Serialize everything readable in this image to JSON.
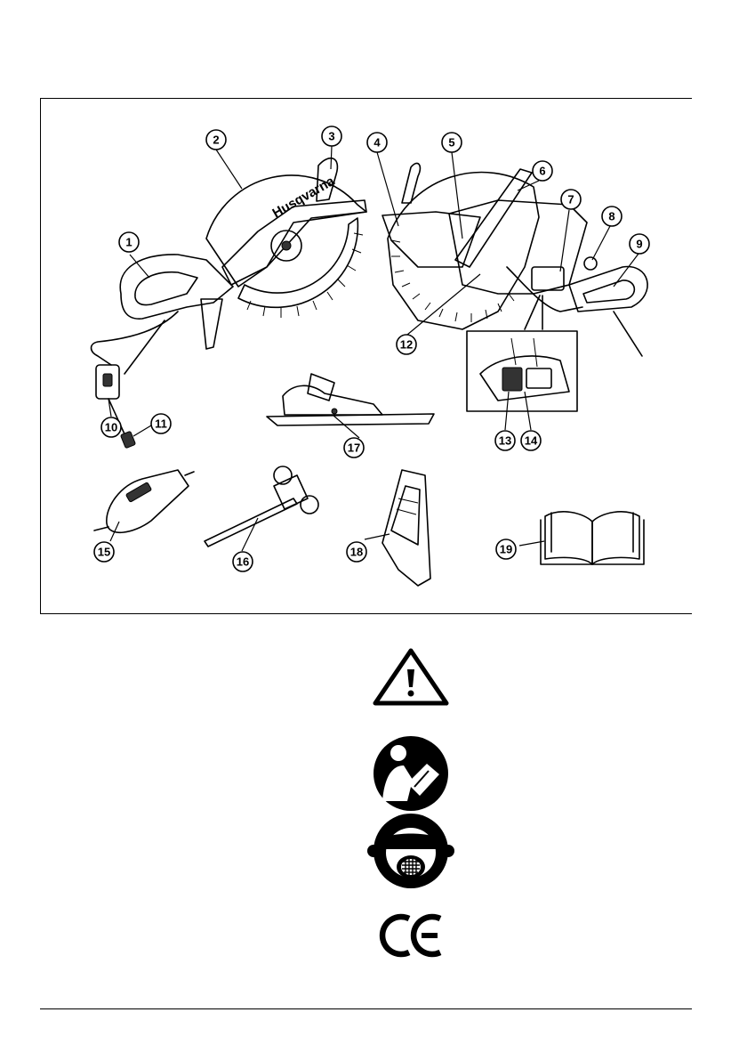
{
  "figure": {
    "brand_text": "Husqvarna",
    "callouts": [
      "1",
      "2",
      "3",
      "4",
      "5",
      "6",
      "7",
      "8",
      "9",
      "10",
      "11",
      "12",
      "13",
      "14",
      "15",
      "16",
      "17",
      "18",
      "19"
    ]
  },
  "symbols": {
    "icons": [
      "warning-triangle-icon",
      "read-manual-icon",
      "protective-equipment-icon",
      "ce-mark-icon"
    ],
    "ce_text": "CE"
  }
}
